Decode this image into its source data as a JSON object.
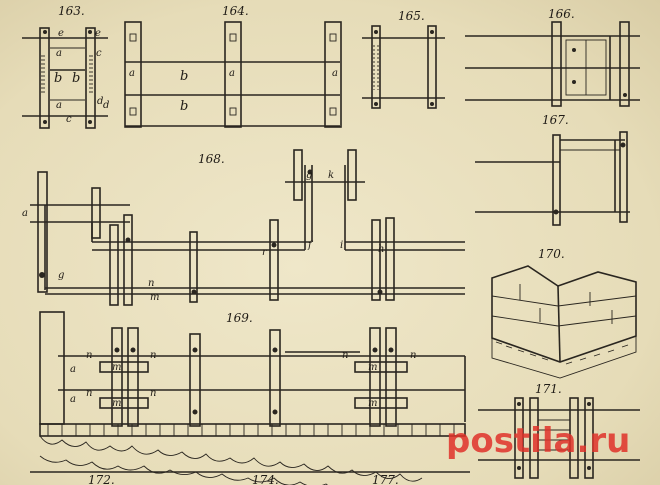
{
  "figures": {
    "f163": "163.",
    "f164": "164.",
    "f165": "165.",
    "f166": "166.",
    "f167": "167.",
    "f168": "168.",
    "f169": "169.",
    "f170": "170.",
    "f171": "171.",
    "f172": "172.",
    "f173": "177.",
    "f174": "174."
  },
  "labels": {
    "a": "a",
    "b": "b",
    "c": "c",
    "d": "d",
    "e": "e",
    "f": "f",
    "g": "g",
    "h": "h",
    "i": "i",
    "k": "k",
    "n": "n",
    "m": "m",
    "r": "r"
  },
  "watermark": "postila.ru",
  "colors": {
    "paper": "#ece3c2",
    "ink": "#2a2620",
    "watermark": "#e0322a"
  }
}
